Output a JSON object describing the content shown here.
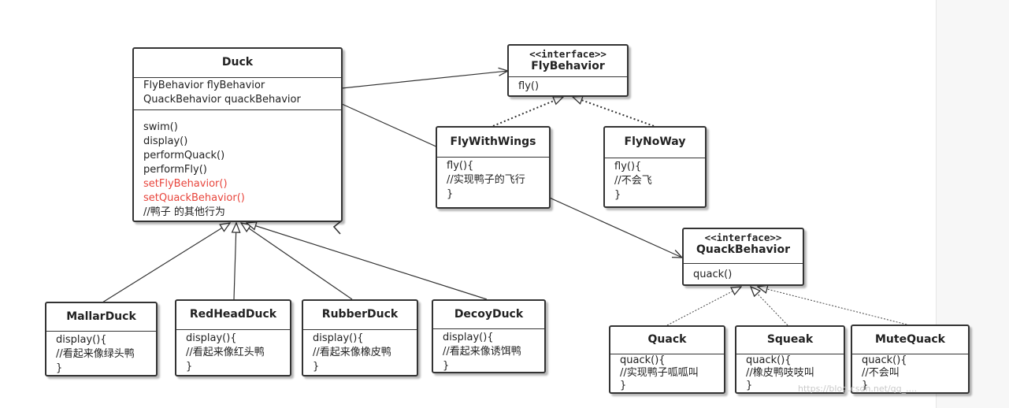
{
  "colors": {
    "highlight": "#e8453c",
    "border": "#333333"
  },
  "duck": {
    "name": "Duck",
    "fields": [
      "FlyBehavior flyBehavior",
      "QuackBehavior quackBehavior"
    ],
    "methods": [
      "swim()",
      "display()",
      "performQuack()",
      "performFly()",
      "setFlyBehavior()",
      "setQuackBehavior()",
      "//鸭子 的其他行为"
    ],
    "highlighted_methods": [
      "setFlyBehavior()",
      "setQuackBehavior()"
    ]
  },
  "fly_behavior": {
    "stereotype": "<<interface>>",
    "name": "FlyBehavior",
    "methods": [
      "fly()"
    ]
  },
  "fly_with_wings": {
    "name": "FlyWithWings",
    "body": [
      "fly(){",
      "//实现鸭子的飞行",
      "}"
    ]
  },
  "fly_no_way": {
    "name": "FlyNoWay",
    "body": [
      "fly(){",
      "//不会飞",
      "}"
    ]
  },
  "quack_behavior": {
    "stereotype": "<<interface>>",
    "name": "QuackBehavior",
    "methods": [
      "quack()"
    ]
  },
  "mallar_duck": {
    "name": "MallarDuck",
    "body": [
      "display(){",
      "//看起来像绿头鸭",
      "}"
    ]
  },
  "redhead_duck": {
    "name": "RedHeadDuck",
    "body": [
      "display(){",
      "//看起来像红头鸭",
      "}"
    ]
  },
  "rubber_duck": {
    "name": "RubberDuck",
    "body": [
      "display(){",
      "//看起来像橡皮鸭",
      "}"
    ]
  },
  "decoy_duck": {
    "name": "DecoyDuck",
    "body": [
      "display(){",
      "//看起来像诱饵鸭",
      "}"
    ]
  },
  "quack": {
    "name": "Quack",
    "body": [
      "quack(){",
      "//实现鸭子呱呱叫",
      "}"
    ]
  },
  "squeak": {
    "name": "Squeak",
    "body": [
      "quack(){",
      "//橡皮鸭吱吱叫",
      "}"
    ]
  },
  "mute_quack": {
    "name": "MuteQuack",
    "body": [
      "quack(){",
      "//不会叫",
      "}"
    ]
  },
  "watermark": "https://blog.csdn.net/qq_...."
}
